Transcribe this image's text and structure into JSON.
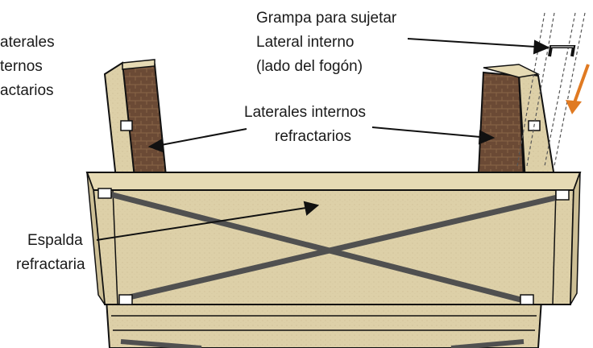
{
  "labels": {
    "grampa_line1": "Grampa para sujetar",
    "grampa_line2": "Lateral interno",
    "grampa_line3": "(lado del fogón)",
    "left_cut_line1": "aterales",
    "left_cut_line2": "ternos",
    "left_cut_line3": "actarios",
    "center_line1": "Laterales internos",
    "center_line2": "refractarios",
    "espalda_line1": "Espalda",
    "espalda_line2": "refractaria"
  },
  "colors": {
    "board": "#ddd0a8",
    "board_shade": "#cdbf95",
    "board_edge": "#bfb088",
    "brick": "#6b4a35",
    "strap": "#505050",
    "outline": "#111111",
    "arrow_accent": "#e07a22"
  },
  "icons": {
    "clamp": "staple-clamp-icon",
    "motion": "down-arrow-icon"
  }
}
